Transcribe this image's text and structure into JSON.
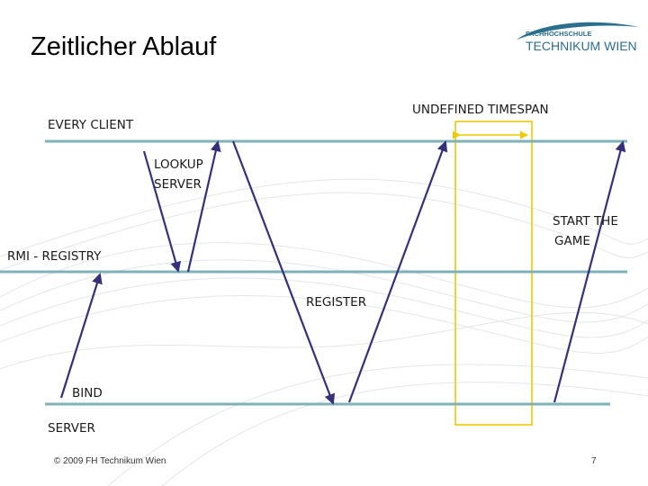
{
  "slide": {
    "title": "Zeitlicher Ablauf",
    "logo": {
      "line1": "FACHHOCHSCHULE",
      "line2": "TECHNIKUM WIEN"
    },
    "lanes": {
      "client": "EVERY CLIENT",
      "registry": "RMI - REGISTRY",
      "server": "SERVER"
    },
    "messages": {
      "lookup_line1": "LOOKUP",
      "lookup_line2": "SERVER",
      "register": "REGISTER",
      "bind": "BIND",
      "start_line1": "START THE",
      "start_line2": "GAME"
    },
    "timespan_label": "UNDEFINED TIMESPAN",
    "footer": {
      "copyright": "© 2009 FH Technikum Wien",
      "page_number": "7"
    },
    "colors": {
      "lane_line": "#7fb2b8",
      "arrow": "#35307a",
      "timespan": "#f0c800",
      "logo_blue": "#2b6f8e"
    }
  }
}
